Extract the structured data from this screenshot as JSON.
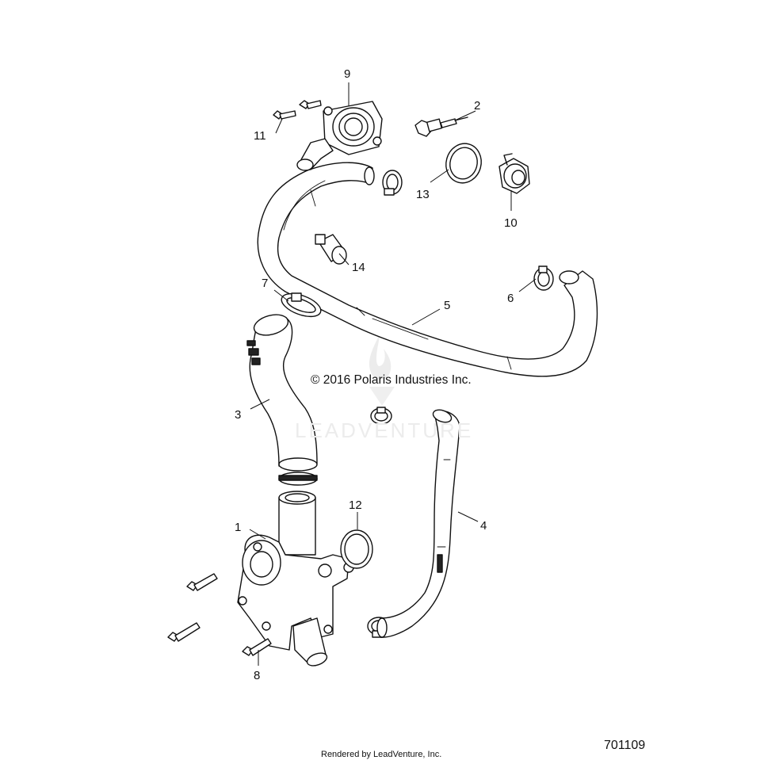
{
  "copyright": "© 2016 Polaris Industries Inc.",
  "watermark": "LEADVENTURE",
  "rendered_by": "Rendered by LeadVenture, Inc.",
  "figure_number": "701109",
  "callouts": {
    "c1": "1",
    "c2": "2",
    "c3": "3",
    "c4": "4",
    "c5": "5",
    "c6": "6",
    "c7": "7",
    "c8": "8",
    "c9": "9",
    "c10": "10",
    "c11": "11",
    "c12": "12",
    "c13": "13",
    "c14": "14"
  }
}
